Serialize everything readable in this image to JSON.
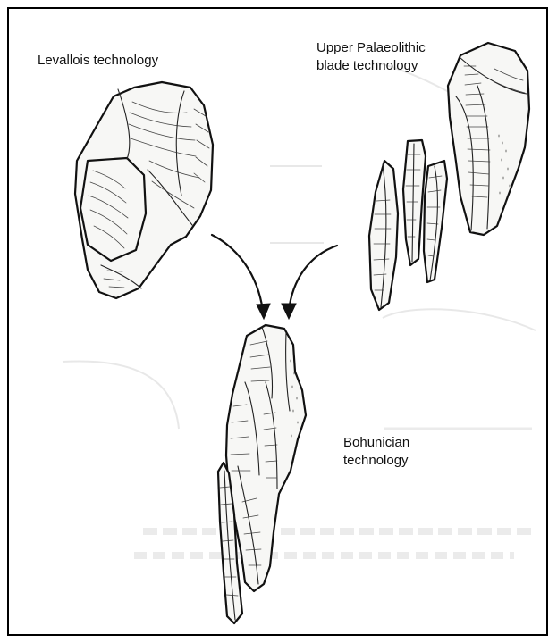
{
  "labels": {
    "levallois": "Levallois technology",
    "upper_line_1": "Upper Palaeolithic",
    "upper_line_2": "blade technology",
    "bohunician_line_1": "Bohunician",
    "bohunician_line_2": "technology"
  },
  "colors": {
    "frame": "#000000",
    "ink": "#111111",
    "paper": "#ffffff"
  },
  "icons": {
    "left_tool": "flaked-core-icon",
    "right_tool": "blade-core-icon",
    "bottom_tool": "bohunician-core-icon",
    "arrow": "curved-arrow-icon"
  }
}
